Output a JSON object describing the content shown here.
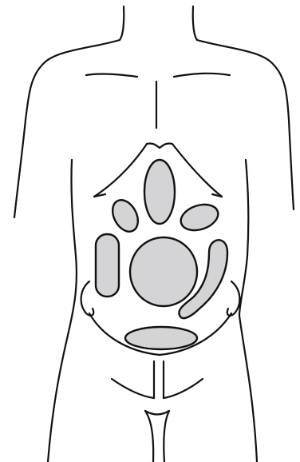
{
  "figure": {
    "subject": "abdomen-regions",
    "colors": {
      "background": "#ffffff",
      "outline": "#111111",
      "region_fill": "#d4d4d6"
    },
    "regions": [
      "upper-oval",
      "left-small-oval",
      "right-small-oval",
      "left-vertical-region",
      "central-circle",
      "right-curved-region",
      "lower-horizontal-oval"
    ]
  }
}
